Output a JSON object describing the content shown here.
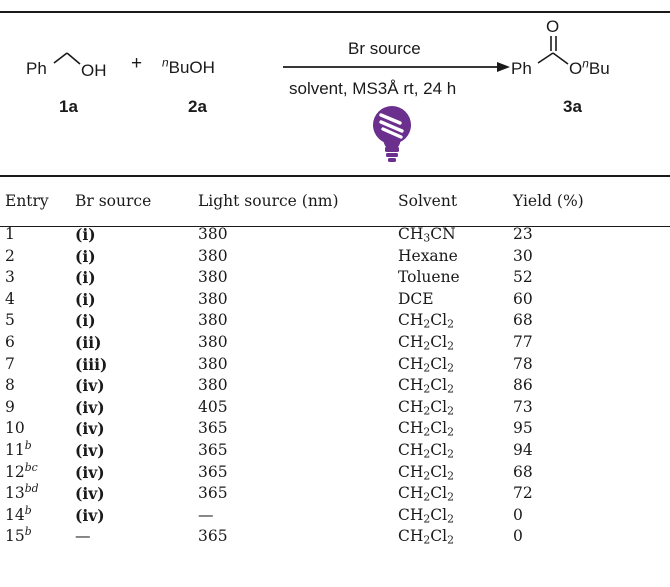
{
  "scheme": {
    "reactant1_ph": "Ph",
    "reactant1_oh": "OH",
    "plus": "+",
    "reactant2_prefix": "n",
    "reactant2_main": "BuOH",
    "label_1a": "1a",
    "label_2a": "2a",
    "arrow_top": "Br source",
    "arrow_bottom": "solvent, MS3Å rt, 24 h",
    "product_ph": "Ph",
    "product_o_top": "O",
    "product_o": "O",
    "product_n": "n",
    "product_bu": "Bu",
    "label_3a": "3a"
  },
  "table": {
    "headers": [
      "Entry",
      "Br source",
      "Light source (nm)",
      "Solvent",
      "Yield (%)"
    ],
    "rows": [
      {
        "entry": "1",
        "sup": "",
        "br": "(i)",
        "light": "380",
        "solvent": "CH3CN",
        "yield": "23"
      },
      {
        "entry": "2",
        "sup": "",
        "br": "(i)",
        "light": "380",
        "solvent": "Hexane",
        "yield": "30"
      },
      {
        "entry": "3",
        "sup": "",
        "br": "(i)",
        "light": "380",
        "solvent": "Toluene",
        "yield": "52"
      },
      {
        "entry": "4",
        "sup": "",
        "br": "(i)",
        "light": "380",
        "solvent": "DCE",
        "yield": "60"
      },
      {
        "entry": "5",
        "sup": "",
        "br": "(i)",
        "light": "380",
        "solvent": "CH2Cl2",
        "yield": "68"
      },
      {
        "entry": "6",
        "sup": "",
        "br": "(ii)",
        "light": "380",
        "solvent": "CH2Cl2",
        "yield": "77"
      },
      {
        "entry": "7",
        "sup": "",
        "br": "(iii)",
        "light": "380",
        "solvent": "CH2Cl2",
        "yield": "78"
      },
      {
        "entry": "8",
        "sup": "",
        "br": "(iv)",
        "light": "380",
        "solvent": "CH2Cl2",
        "yield": "86"
      },
      {
        "entry": "9",
        "sup": "",
        "br": "(iv)",
        "light": "405",
        "solvent": "CH2Cl2",
        "yield": "73"
      },
      {
        "entry": "10",
        "sup": "",
        "br": "(iv)",
        "light": "365",
        "solvent": "CH2Cl2",
        "yield": "95"
      },
      {
        "entry": "11",
        "sup": "b",
        "br": "(iv)",
        "light": "365",
        "solvent": "CH2Cl2",
        "yield": "94"
      },
      {
        "entry": "12",
        "sup": "bc",
        "br": "(iv)",
        "light": "365",
        "solvent": "CH2Cl2",
        "yield": "68"
      },
      {
        "entry": "13",
        "sup": "bd",
        "br": "(iv)",
        "light": "365",
        "solvent": "CH2Cl2",
        "yield": "72"
      },
      {
        "entry": "14",
        "sup": "b",
        "br": "(iv)",
        "light": "—",
        "solvent": "CH2Cl2",
        "yield": "0"
      },
      {
        "entry": "15",
        "sup": "b",
        "br": "—",
        "light": "365",
        "solvent": "CH2Cl2",
        "yield": "0"
      }
    ]
  },
  "colors": {
    "ink": "#1a1a1a",
    "bulb": "#6b2f8e"
  },
  "icons": {
    "light": "lightbulb-icon"
  }
}
